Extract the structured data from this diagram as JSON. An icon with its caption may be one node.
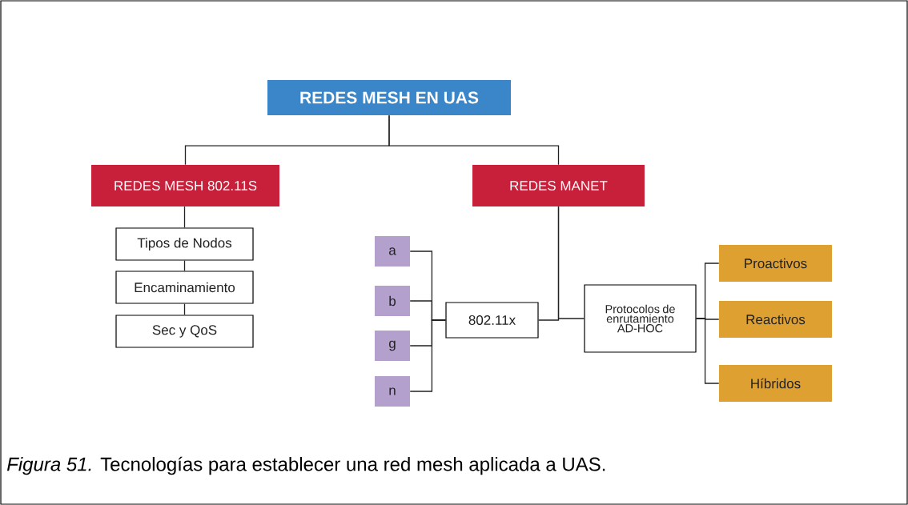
{
  "diagram": {
    "caption": "*Figura 51.* Tecnologías para establecer una red mesh aplicada a UAS.",
    "nodes": [
      {
        "text": [
          "REDES MESH EN UAS"
        ]
      },
      {
        "text": [
          "REDES MESH 802.11S"
        ]
      },
      {
        "text": [
          "REDES MANET"
        ]
      },
      {
        "text": [
          "Tipos de Nodos"
        ]
      },
      {
        "text": [
          "Encaminamiento"
        ]
      },
      {
        "text": [
          "Sec y QoS"
        ]
      },
      {
        "text": [
          "a"
        ]
      },
      {
        "text": [
          "b"
        ]
      },
      {
        "text": [
          "g"
        ]
      },
      {
        "text": [
          "n"
        ]
      },
      {
        "text": [
          "802.11x"
        ]
      },
      {
        "text": [
          "Protocolos de enrutamiento AD-HOC"
        ]
      },
      {
        "text": [
          "Proactivos"
        ]
      },
      {
        "text": [
          "Reactivos"
        ]
      },
      {
        "text": [
          "Híbridos"
        ]
      }
    ],
    "edges": [
      {
        "from": 0,
        "to": 1,
        "arrow": "none"
      },
      {
        "from": 0,
        "to": 2,
        "arrow": "none"
      },
      {
        "from": 1,
        "to": 3,
        "arrow": "none"
      },
      {
        "from": 3,
        "to": 4,
        "arrow": "none"
      },
      {
        "from": 4,
        "to": 5,
        "arrow": "none"
      },
      {
        "from": 6,
        "to": 10,
        "arrow": "none"
      },
      {
        "from": 7,
        "to": 10,
        "arrow": "none"
      },
      {
        "from": 8,
        "to": 10,
        "arrow": "none"
      },
      {
        "from": 9,
        "to": 10,
        "arrow": "none"
      },
      {
        "from": 2,
        "to": 10,
        "arrow": "none"
      },
      {
        "from": 2,
        "to": 11,
        "arrow": "none"
      },
      {
        "from": 11,
        "to": 12,
        "arrow": "none"
      },
      {
        "from": 11,
        "to": 13,
        "arrow": "none"
      },
      {
        "from": 11,
        "to": 14,
        "arrow": "none"
      }
    ]
  }
}
